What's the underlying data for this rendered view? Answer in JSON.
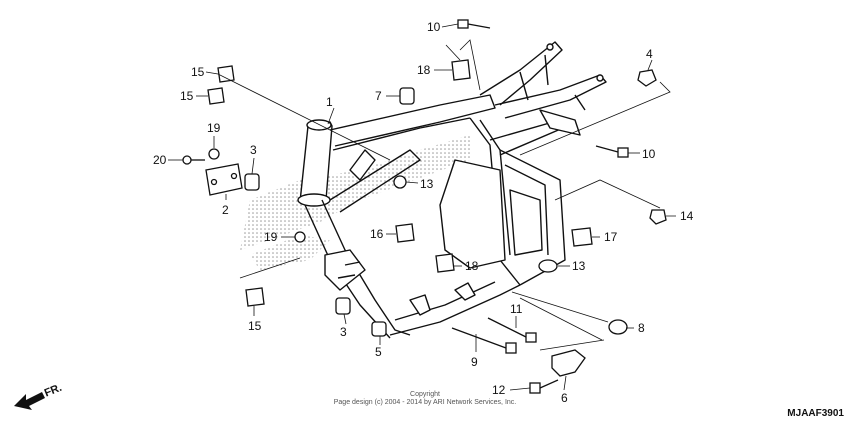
{
  "diagram": {
    "callouts": [
      "1",
      "2",
      "3",
      "3",
      "4",
      "5",
      "6",
      "7",
      "8",
      "9",
      "10",
      "10",
      "11",
      "12",
      "13",
      "13",
      "14",
      "15",
      "15",
      "15",
      "16",
      "17",
      "18",
      "18",
      "19",
      "19",
      "20"
    ],
    "front_arrow_label": "FR.",
    "copyright_line1": "Copyright",
    "copyright_line2": "Page design (c) 2004 - 2014 by ARI Network Services, Inc.",
    "diagram_code": "MJAAF3901"
  },
  "colors": {
    "ink": "#111111",
    "stipple": "#b8b8b8"
  }
}
